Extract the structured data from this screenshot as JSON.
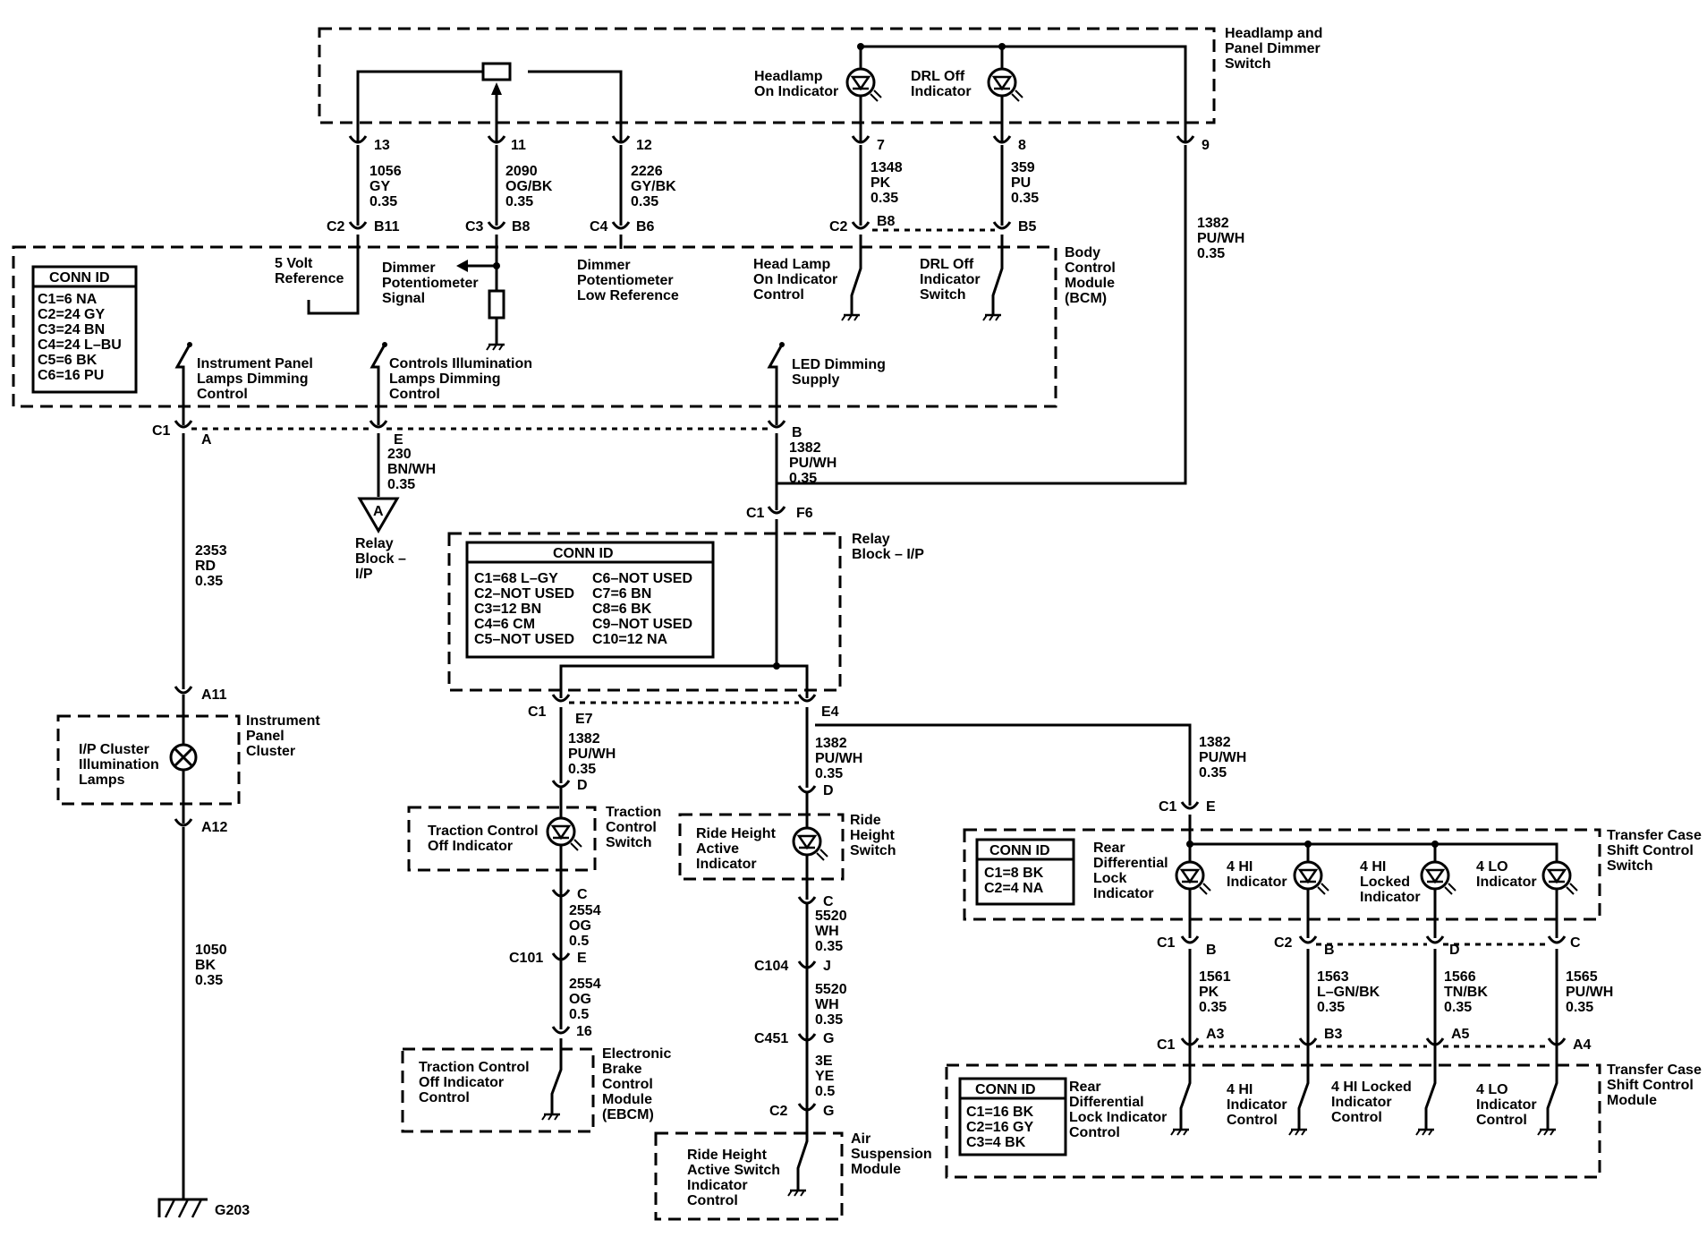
{
  "modules": {
    "headlamp_switch": [
      "Headlamp and",
      "Panel Dimmer",
      "Switch"
    ],
    "bcm": [
      "Body",
      "Control",
      "Module",
      "(BCM)"
    ],
    "relay_block": [
      "Relay",
      "Block – I/P"
    ],
    "relay_block_ref": [
      "Relay",
      "Block –",
      "I/P"
    ],
    "instrument_cluster": [
      "Instrument",
      "Panel",
      "Cluster"
    ],
    "traction_switch": [
      "Traction",
      "Control",
      "Switch"
    ],
    "ebcm": [
      "Electronic",
      "Brake",
      "Control",
      "Module",
      "(EBCM)"
    ],
    "ride_height_switch": [
      "Ride",
      "Height",
      "Switch"
    ],
    "air_suspension": [
      "Air",
      "Suspension",
      "Module"
    ],
    "tc_switch": [
      "Transfer Case",
      "Shift Control",
      "Switch"
    ],
    "tc_module": [
      "Transfer Case",
      "Shift Control",
      "Module"
    ]
  },
  "components": {
    "headlamp_on_indicator": [
      "Headlamp",
      "On Indicator"
    ],
    "drl_off_indicator": [
      "DRL Off",
      "Indicator"
    ],
    "five_volt_ref": [
      "5 Volt",
      "Reference"
    ],
    "dimmer_signal": [
      "Dimmer",
      "Potentiometer",
      "Signal"
    ],
    "dimmer_low_ref": [
      "Dimmer",
      "Potentiometer",
      "Low Reference"
    ],
    "head_lamp_control": [
      "Head Lamp",
      "On Indicator",
      "Control"
    ],
    "drl_switch": [
      "DRL Off",
      "Indicator",
      "Switch"
    ],
    "ip_lamps_dimming": [
      "Instrument Panel",
      "Lamps Dimming",
      "Control"
    ],
    "controls_illum": [
      "Controls Illumination",
      "Lamps Dimming",
      "Control"
    ],
    "led_dimming": [
      "LED Dimming",
      "Supply"
    ],
    "cluster_lamps": [
      "I/P Cluster",
      "Illumination",
      "Lamps"
    ],
    "traction_off_indicator": [
      "Traction Control",
      "Off Indicator"
    ],
    "traction_off_control": [
      "Traction Control",
      "Off Indicator",
      "Control"
    ],
    "ride_height_indicator": [
      "Ride Height",
      "Active",
      "Indicator"
    ],
    "ride_height_control": [
      "Ride Height",
      "Active Switch",
      "Indicator",
      "Control"
    ],
    "rear_diff_indicator": [
      "Rear",
      "Differential",
      "Lock",
      "Indicator"
    ],
    "four_hi_indicator": [
      "4 HI",
      "Indicator"
    ],
    "four_hi_locked_indicator": [
      "4 HI",
      "Locked",
      "Indicator"
    ],
    "four_lo_indicator": [
      "4 LO",
      "Indicator"
    ],
    "rear_diff_control": [
      "Rear",
      "Differential",
      "Lock Indicator",
      "Control"
    ],
    "four_hi_control": [
      "4 HI",
      "Indicator",
      "Control"
    ],
    "four_hi_locked_control": [
      "4 HI Locked",
      "Indicator",
      "Control"
    ],
    "four_lo_control": [
      "4 LO",
      "Indicator",
      "Control"
    ]
  },
  "conn_tables": {
    "bcm": {
      "title": "CONN ID",
      "rows": [
        "C1=6 NA",
        "C2=24 GY",
        "C3=24 BN",
        "C4=24 L–BU",
        "C5=6 BK",
        "C6=16 PU"
      ]
    },
    "relay": {
      "title": "CONN ID",
      "rows": [
        "C1=68 L–GY",
        "C2–NOT USED",
        "C3=12 BN",
        "C4=6 CM",
        "C5–NOT USED"
      ],
      "rows2": [
        "C6–NOT USED",
        "C7=6 BN",
        "C8=6 BK",
        "C9–NOT USED",
        "C10=12 NA"
      ]
    },
    "tc_switch": {
      "title": "CONN ID",
      "rows": [
        "C1=8 BK",
        "C2=4 NA"
      ]
    },
    "tc_module": {
      "title": "CONN ID",
      "rows": [
        "C1=16 BK",
        "C2=16 GY",
        "C3=4 BK"
      ]
    }
  },
  "wires": {
    "w1056": [
      "1056",
      "GY",
      "0.35"
    ],
    "w2090": [
      "2090",
      "OG/BK",
      "0.35"
    ],
    "w2226": [
      "2226",
      "GY/BK",
      "0.35"
    ],
    "w1348": [
      "1348",
      "PK",
      "0.35"
    ],
    "w359": [
      "359",
      "PU",
      "0.35"
    ],
    "w1382_top": [
      "1382",
      "PU/WH",
      "0.35"
    ],
    "w230": [
      "230",
      "BN/WH",
      "0.35"
    ],
    "w1382_b": [
      "1382",
      "PU/WH",
      "0.35"
    ],
    "w2353": [
      "2353",
      "RD",
      "0.35"
    ],
    "w1050": [
      "1050",
      "BK",
      "0.35"
    ],
    "w1382_e7": [
      "1382",
      "PU/WH",
      "0.35"
    ],
    "w1382_e4": [
      "1382",
      "PU/WH",
      "0.35"
    ],
    "w1382_tc": [
      "1382",
      "PU/WH",
      "0.35"
    ],
    "w2554_a": [
      "2554",
      "OG",
      "0.5"
    ],
    "w2554_b": [
      "2554",
      "OG",
      "0.5"
    ],
    "w5520_a": [
      "5520",
      "WH",
      "0.35"
    ],
    "w5520_b": [
      "5520",
      "WH",
      "0.35"
    ],
    "w3e": [
      "3E",
      "YE",
      "0.5"
    ],
    "w1561": [
      "1561",
      "PK",
      "0.35"
    ],
    "w1563": [
      "1563",
      "L–GN/BK",
      "0.35"
    ],
    "w1566": [
      "1566",
      "TN/BK",
      "0.35"
    ],
    "w1565": [
      "1565",
      "PU/WH",
      "0.35"
    ]
  },
  "pins": {
    "p13": "13",
    "p11": "11",
    "p12": "12",
    "p7": "7",
    "p8": "8",
    "p9": "9",
    "c2a": "C2",
    "b11": "B11",
    "c3a": "C3",
    "b8a": "B8",
    "c4a": "C4",
    "b6": "B6",
    "c2b": "C2",
    "b8b": "B8",
    "b5": "B5",
    "c1a": "C1",
    "pa": "A",
    "pe": "E",
    "pb": "B",
    "c1f": "C1",
    "f6": "F6",
    "a11": "A11",
    "a12": "A12",
    "c1e": "C1",
    "e7": "E7",
    "e4": "E4",
    "d1": "D",
    "c1pin": "C",
    "c101": "C101",
    "e101": "E",
    "p16": "16",
    "d2": "D",
    "c2pin": "C",
    "c104": "C104",
    "j104": "J",
    "c451": "C451",
    "g451": "G",
    "c2g": "C2",
    "g2": "G",
    "c1tc": "C1",
    "etc": "E",
    "c1s": "C1",
    "bs1": "B",
    "c2s": "C2",
    "bs2": "B",
    "ds": "D",
    "cs": "C",
    "c1m": "C1",
    "a3": "A3",
    "b3": "B3",
    "a5": "A5",
    "a4": "A4"
  },
  "misc": {
    "relay_ref_letter": "A",
    "ground": "G203"
  }
}
